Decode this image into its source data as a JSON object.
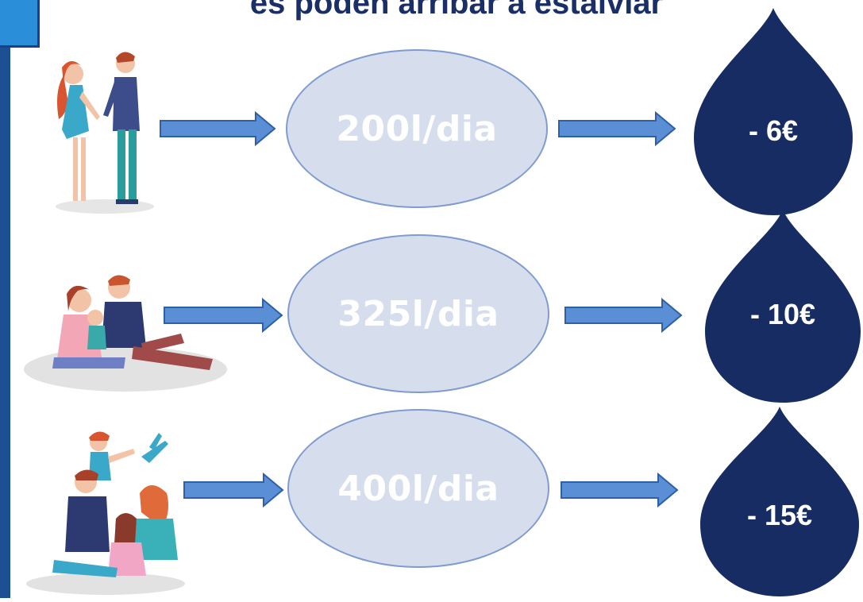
{
  "title": "es poden arribar a estalviar",
  "colors": {
    "drop": "#172c63",
    "ellipse_fill": "#d6deee",
    "ellipse_border": "#7f9bcf",
    "arrow_fill": "#5a8fd6",
    "arrow_stroke": "#2f5fa6",
    "title": "#1a2f66"
  },
  "rows": [
    {
      "figure": "couple-illustration",
      "consumption": "200l/dia",
      "saving": "- 6€"
    },
    {
      "figure": "family-three-illustration",
      "consumption": "325l/dia",
      "saving": "- 10€"
    },
    {
      "figure": "family-four-illustration",
      "consumption": "400l/dia",
      "saving": "- 15€"
    }
  ]
}
